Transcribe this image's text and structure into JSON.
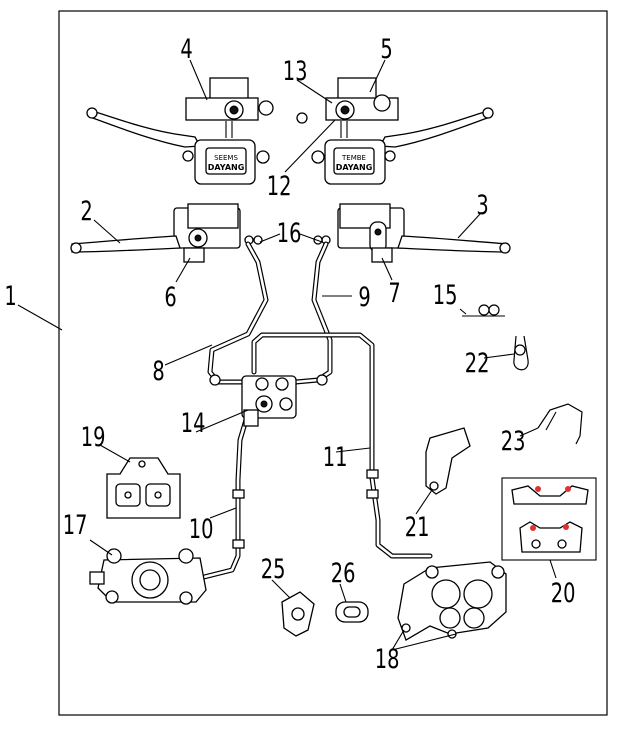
{
  "callouts": {
    "c1": "1",
    "c2": "2",
    "c3": "3",
    "c4": "4",
    "c5": "5",
    "c6": "6",
    "c7": "7",
    "c8": "8",
    "c9": "9",
    "c10": "10",
    "c11": "11",
    "c12": "12",
    "c13": "13",
    "c14": "14",
    "c15": "15",
    "c16": "16",
    "c17": "17",
    "c18": "18",
    "c19": "19",
    "c20": "20",
    "c21": "21",
    "c22": "22",
    "c23": "23",
    "c25": "25",
    "c26": "26"
  },
  "colors": {
    "line": "#000000",
    "background": "#ffffff",
    "pad_marker": "#e03030"
  }
}
